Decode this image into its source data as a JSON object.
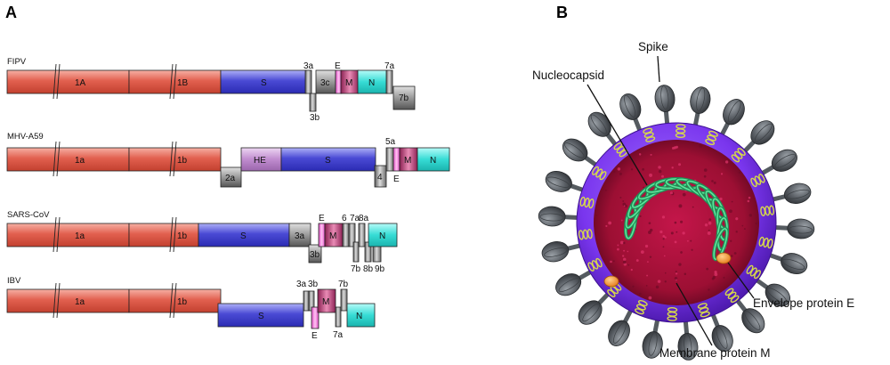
{
  "panels": {
    "a": "A",
    "b": "B"
  },
  "colors": {
    "orf1": "#d9564a",
    "spike": "#4848cf",
    "he": "#c48fd1",
    "membrane": "#c1487b",
    "envelope": "#f06ad5",
    "nucleocapsid": "#2fd9d2",
    "accessory": "#8e8e8e",
    "virion_envelope": "#7b3df2",
    "virion_core": "#b0123a",
    "nucleocapsid_coil": "#2fb86e",
    "spike_head": "#5b6066",
    "envelope_protein": "#f08a2c",
    "membrane_coil": "#d6d84a"
  },
  "genomes": [
    {
      "name": "FIPV",
      "orf1a": "1A",
      "orf1b": "1B",
      "genes": [
        "S",
        "3a",
        "3b",
        "3c",
        "E",
        "M",
        "N",
        "7a",
        "7b"
      ]
    },
    {
      "name": "MHV-A59",
      "orf1a": "1a",
      "orf1b": "1b",
      "genes": [
        "2a",
        "HE",
        "S",
        "4",
        "5a",
        "E",
        "M",
        "N"
      ]
    },
    {
      "name": "SARS-CoV",
      "orf1a": "1a",
      "orf1b": "1b",
      "genes": [
        "S",
        "3a",
        "3b",
        "E",
        "M",
        "6",
        "7a",
        "7b",
        "8a",
        "8b",
        "9b",
        "N"
      ]
    },
    {
      "name": "IBV",
      "orf1a": "1a",
      "orf1b": "1b",
      "genes": [
        "S",
        "3a",
        "3b",
        "E",
        "M",
        "7a",
        "7b",
        "N"
      ]
    }
  ],
  "virion_labels": {
    "spike": "Spike",
    "nucleocapsid": "Nucleocapsid",
    "envelope": "Envelope protein E",
    "membrane": "Membrane protein M"
  }
}
